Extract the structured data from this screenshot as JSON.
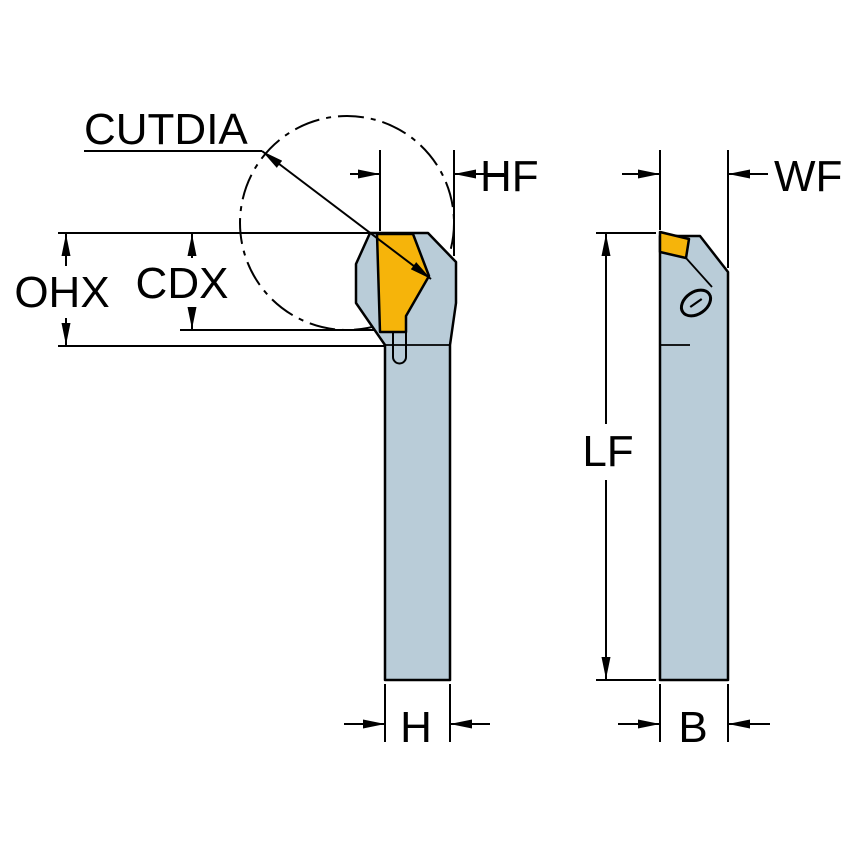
{
  "diagram": {
    "labels": {
      "cutting_diameter": "CUTDIA",
      "hf": "HF",
      "wf": "WF",
      "ohx": "OHX",
      "cdx": "CDX",
      "lf": "LF",
      "height": "H",
      "width": "B"
    },
    "colors": {
      "body": "#b9ccd8",
      "insert": "#f6b40a",
      "outline": "#000000",
      "background": "#ffffff"
    }
  }
}
